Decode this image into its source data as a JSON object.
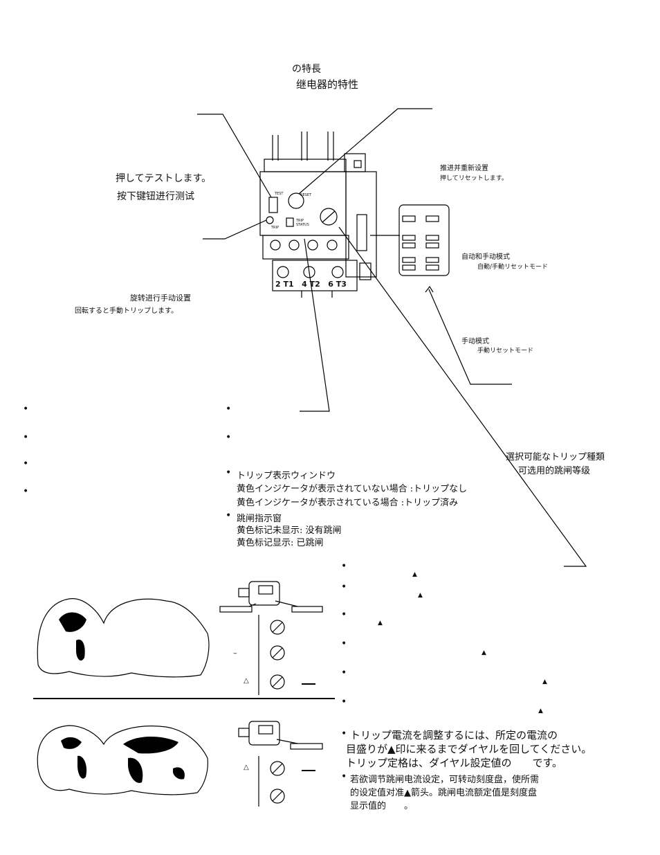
{
  "header": {
    "title_ja": "の特長",
    "title_zh": "继电器的特性"
  },
  "test_button": {
    "ja": "押してテストします。",
    "zh": "按下键钮进行测试"
  },
  "reset_button": {
    "zh": "推进并重新设置",
    "ja": "押してリセットします。"
  },
  "manual_trip": {
    "zh": "旋转进行手动设置",
    "ja": "回転すると手動トリップします。"
  },
  "auto_manual_mode": {
    "zh": "自动和手动模式",
    "ja": "自動/手動リセットモード"
  },
  "manual_mode": {
    "zh": "手动模式",
    "ja": "手動リセットモード"
  },
  "trip_class": {
    "ja": "選択可能なトリップ種類",
    "zh": "可选用的跳闸等级"
  },
  "trip_window": {
    "ja_title": "トリップ表示ウィンドウ",
    "ja_line1": "黄色インジケータが表示されていない場合 :トリップなし",
    "ja_line2": "黄色インジケータが表示されている場合 :トリップ済み",
    "zh_title": "跳闸指示窗",
    "zh_line1": "黄色标记未显示: 没有跳闸",
    "zh_line2": "黄色标记显示: 已跳闸"
  },
  "device_labels": {
    "test": "TEST",
    "reset": "RESET",
    "trip": "TRIP",
    "trip_status": "TRIP STATUS",
    "terminals": "2 T1   4 T2   6 T3"
  },
  "symbols": {
    "up_triangle": "▲",
    "open_triangle": "△",
    "dash": "–"
  },
  "adjust": {
    "ja_line1": "トリップ電流を調整するには、所定の電流の",
    "ja_line2": "目盛りが▲印に来るまでダイヤルを回してください。",
    "ja_line3": "トリップ定格は、ダイヤル設定値の　　です。",
    "zh_line1": "若欲调节跳闸电流设定，可转动刻度盘，使所需",
    "zh_line2": "的设定值对准▲箭头。跳闸电流额定值是刻度盘",
    "zh_line3": "显示值的　　。"
  }
}
